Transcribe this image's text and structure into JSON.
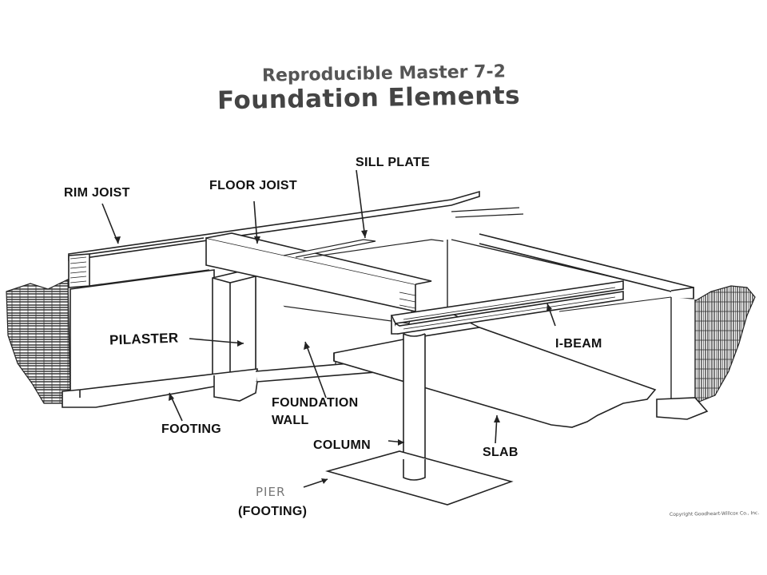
{
  "header": {
    "subtitle": "Reproducible Master 7-2",
    "title": "Foundation Elements"
  },
  "labels": {
    "sill_plate": "SILL PLATE",
    "floor_joist": "FLOOR JOIST",
    "rim_joist": "RIM JOIST",
    "pilaster": "PILASTER",
    "i_beam": "I-BEAM",
    "foundation_wall_1": "FOUNDATION",
    "foundation_wall_2": "WALL",
    "footing": "FOOTING",
    "column": "COLUMN",
    "slab": "SLAB",
    "pier": "PIER",
    "pier_footing": "(FOOTING)"
  },
  "copyright": "Copyright Goodheart-Willcox Co., Inc."
}
